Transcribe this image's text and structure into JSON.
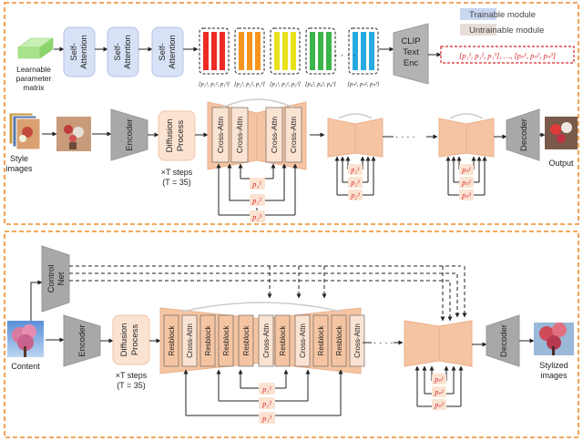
{
  "legend": {
    "trainable": "Trainable module",
    "untrainable": "Untrainable module",
    "trainable_color": "#c9d6f0",
    "untrainable_color": "#e8ddd8"
  },
  "colors": {
    "border": "#f08a2a",
    "orange_fill": "#f5c5a3",
    "orange_light": "#fbe3d2",
    "gray": "#9a9a9a",
    "blue_box": "#d8e2f6",
    "token_red": "#d9262a",
    "bar_red": "#ee2a24",
    "bar_orange": "#f7941d",
    "bar_yellow": "#e8e21c",
    "bar_green": "#3cb54a",
    "bar_blue": "#27aae1"
  },
  "top": {
    "param_label": [
      "Learnable",
      "parameter",
      "matrix"
    ],
    "self_attention": "Self-\nAttention",
    "clip": [
      "CLIP",
      "Text",
      "Enc"
    ],
    "prompt_sequence": "[p₁¹, p₁², p₁³], …, [pₙ¹, pₙ², pₙ³]",
    "bar_groups": [
      {
        "label": "[p₁¹, p₁², p₁³]"
      },
      {
        "label": "[p₂¹, p₂², p₂³]"
      },
      {
        "label": "[p₃¹, p₃², p₃³]"
      },
      {
        "label": "[p₄¹, p₄², p₄³]"
      },
      {
        "label": "[pₙ¹, pₙ², pₙ³]"
      }
    ],
    "ellipsis": "· · · ·",
    "style_label": [
      "Style",
      "images"
    ],
    "encoder": "Encoder",
    "diffusion": [
      "Diffusion",
      "Process"
    ],
    "steps": [
      "×T steps",
      "(T = 35)"
    ],
    "cross_attn": "Cross-Attn",
    "decoder": "Decoder",
    "output": "Output",
    "tokens_block1": [
      "p₁¹",
      "p₁²",
      "p₁³"
    ],
    "tokens_block2": [
      "p₂¹",
      "p₂²",
      "p₂³"
    ],
    "tokens_blockn": [
      "pₙ¹",
      "pₙ²",
      "pₙ³"
    ]
  },
  "bottom": {
    "control_net": [
      "Control",
      "Net"
    ],
    "content_label": "Content",
    "encoder": "Encoder",
    "diffusion": [
      "Diffusion",
      "Process"
    ],
    "steps": [
      "×T steps",
      "(T = 35)"
    ],
    "cross_attn": "Cross-Attn",
    "resblock": "Resblock",
    "decoder": "Decoder",
    "stylized": [
      "Stylized",
      "images"
    ],
    "tokens_block1": [
      "p₁¹",
      "p₁²",
      "p₁³"
    ],
    "tokens_blockn": [
      "pₙ¹",
      "pₙ²",
      "pₙ³"
    ]
  }
}
